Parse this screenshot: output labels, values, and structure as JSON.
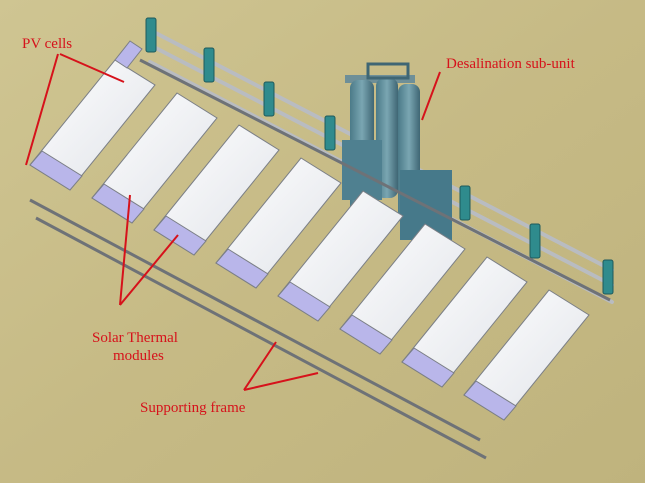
{
  "labels": {
    "pv_cells": "PV cells",
    "desalination": "Desalination sub-unit",
    "solar_thermal_line1": "Solar Thermal",
    "solar_thermal_line2": "modules",
    "supporting_frame": "Supporting frame"
  },
  "colors": {
    "ground": "#c8bd8a",
    "label_red": "#d6121b",
    "pv_cell": "#b9b6ea",
    "collector": "#f2f3f6",
    "frame": "#6f7378",
    "pipe": "#c9ccd0",
    "pump": "#2e8a8c",
    "desal_unit": "#5b8c9a"
  }
}
